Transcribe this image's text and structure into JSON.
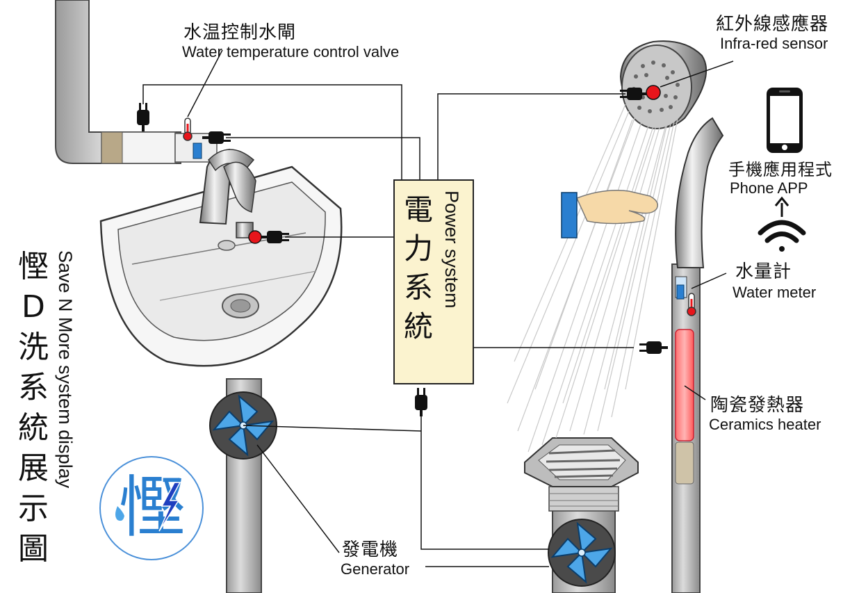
{
  "title": {
    "zh_chars": [
      "慳",
      "D",
      "洗",
      "系",
      "統",
      "展",
      "示",
      "圖"
    ],
    "en": "Save N More system display"
  },
  "labels": {
    "valve": {
      "zh": "水温控制水閘",
      "en": "Water temperature control valve"
    },
    "sensor": {
      "zh": "紅外線感應器",
      "en": "Infra-red sensor"
    },
    "app": {
      "zh": "手機應用程式",
      "en": "Phone APP"
    },
    "meter": {
      "zh": "水量計",
      "en": "Water meter"
    },
    "heater": {
      "zh": "陶瓷發熱器",
      "en": "Ceramics heater"
    },
    "generator": {
      "zh": "發電機",
      "en": "Generator"
    },
    "power": {
      "zh_chars": [
        "電",
        "力",
        "系",
        "統"
      ],
      "en": "Power system"
    }
  },
  "logo": {
    "char": "慳"
  },
  "colors": {
    "power_box": "#fbf3cf",
    "sensor_dot": "#e8151b",
    "meter_blue": "#2a7fd0",
    "fan_blade": "#4da6e8",
    "heater_red": "#ff4a4a",
    "hand": "#f6d9a8"
  },
  "icons": [
    "plug-icon",
    "thermometer-icon",
    "wifi-icon",
    "smartphone-icon",
    "fan-icon",
    "hand-icon",
    "lightning-icon"
  ]
}
